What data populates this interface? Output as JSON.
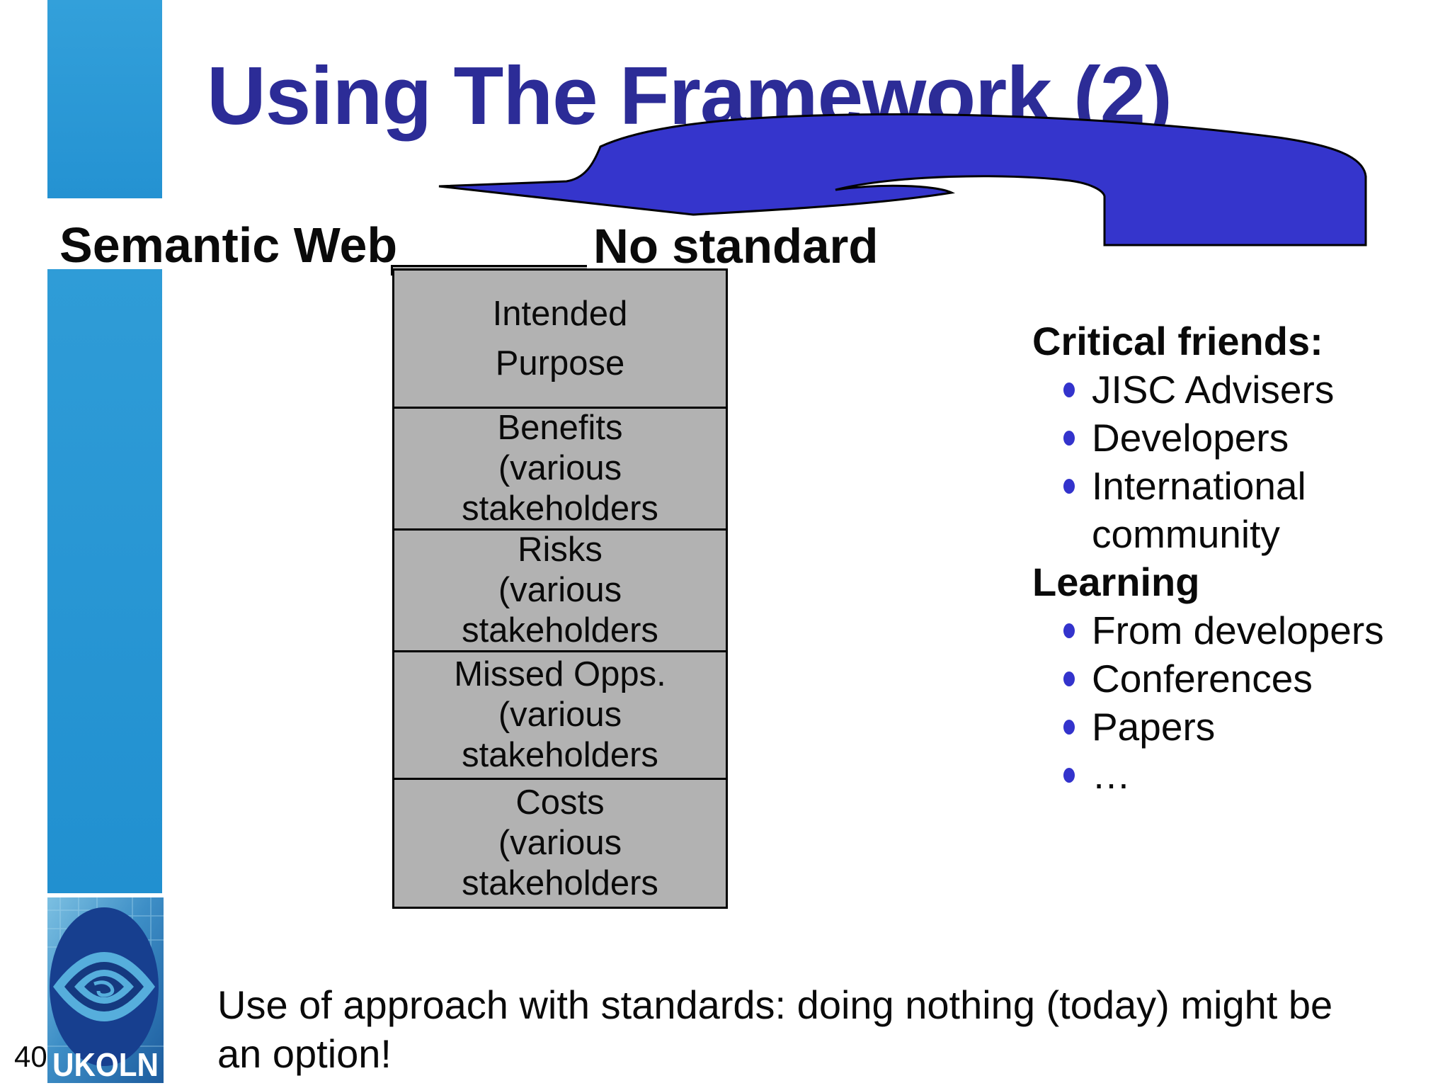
{
  "slide": {
    "title": "Using The Framework (2)",
    "label_semantic_web": "Semantic Web",
    "label_no_standard": "No standard",
    "stack": {
      "boxes": [
        {
          "text": "Intended\nPurpose"
        },
        {
          "text": "Benefits\n(various\nstakeholders"
        },
        {
          "text": "Risks\n(various\nstakeholders"
        },
        {
          "text": "Missed Opps.\n(various\nstakeholders"
        },
        {
          "text": "Costs\n(various\nstakeholders"
        }
      ]
    },
    "right_column": {
      "heading_critical": "Critical friends:",
      "critical_items": [
        "JISC Advisers",
        "Developers",
        "International\ncommunity"
      ],
      "heading_learning": "Learning",
      "learning_items": [
        "From developers",
        "Conferences",
        "Papers",
        "…"
      ]
    },
    "footer": "Use of approach with standards: doing nothing (today) might be\nan option!",
    "page_number": "40",
    "logo_text": "UKOLN",
    "colors": {
      "title_navy": "#2c2c97",
      "arrow_blue": "#3535cc",
      "sidebar_blue": "#2b96d5",
      "box_gray": "#b2b2b2",
      "bullet_blue": "#3333cc",
      "logo_dark_blue": "#15397f",
      "logo_light_blue": "#56aedc"
    }
  }
}
